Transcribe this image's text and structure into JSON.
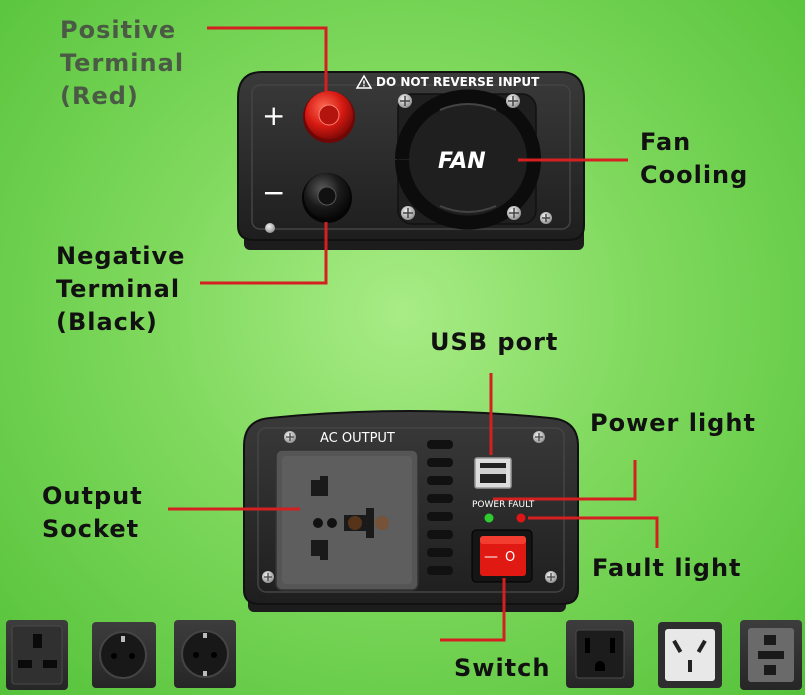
{
  "labels": {
    "positive_terminal": [
      "Positive",
      "Terminal",
      "(Red)"
    ],
    "negative_terminal": [
      "Negative",
      "Terminal",
      "(Black)"
    ],
    "fan_cooling": [
      "Fan",
      "Cooling"
    ],
    "usb_port": "USB port",
    "power_light": "Power light",
    "output_socket": [
      "Output",
      "Socket"
    ],
    "fault_light": "Fault light",
    "switch": "Switch"
  },
  "panel_text": {
    "warning": "DO NOT REVERSE INPUT",
    "plus": "+",
    "minus": "−",
    "fan": "FAN",
    "ac_output": "AC OUTPUT",
    "power": "POWER",
    "fault": "FAULT",
    "switch_on": "—",
    "switch_off": "O"
  },
  "colors": {
    "background": "#7ed85c",
    "leader_line": "#d42020",
    "panel": "#2b2b2b",
    "positive_knob": "#d61a12",
    "negative_knob": "#161616",
    "power_led": "#2fcc2f",
    "fault_led": "#e01515",
    "rocker_switch": "#e01a12"
  },
  "socket_icons": [
    "uk-socket-icon",
    "french-socket-icon",
    "schuko-socket-icon",
    "us-socket-icon",
    "au-socket-icon",
    "universal-socket-icon"
  ]
}
